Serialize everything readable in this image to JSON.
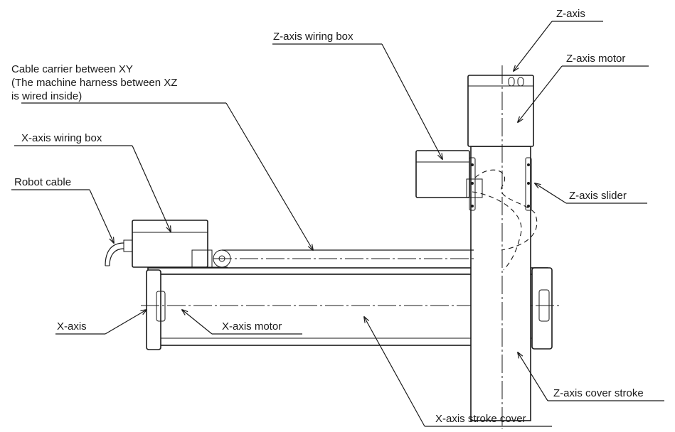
{
  "labels": {
    "z_axis": "Z-axis",
    "z_axis_wiring_box": "Z-axis wiring box",
    "z_axis_motor": "Z-axis motor",
    "cable_carrier_line1": "Cable carrier between XY",
    "cable_carrier_line2": "(The machine harness between XZ",
    "cable_carrier_line3": "is wired inside)",
    "x_axis_wiring_box": "X-axis wiring box",
    "robot_cable": "Robot cable",
    "z_axis_slider": "Z-axis slider",
    "x_axis": "X-axis",
    "x_axis_motor": "X-axis motor",
    "z_axis_cover_stroke": "Z-axis cover stroke",
    "x_axis_stroke_cover": "X-axis stroke cover"
  }
}
